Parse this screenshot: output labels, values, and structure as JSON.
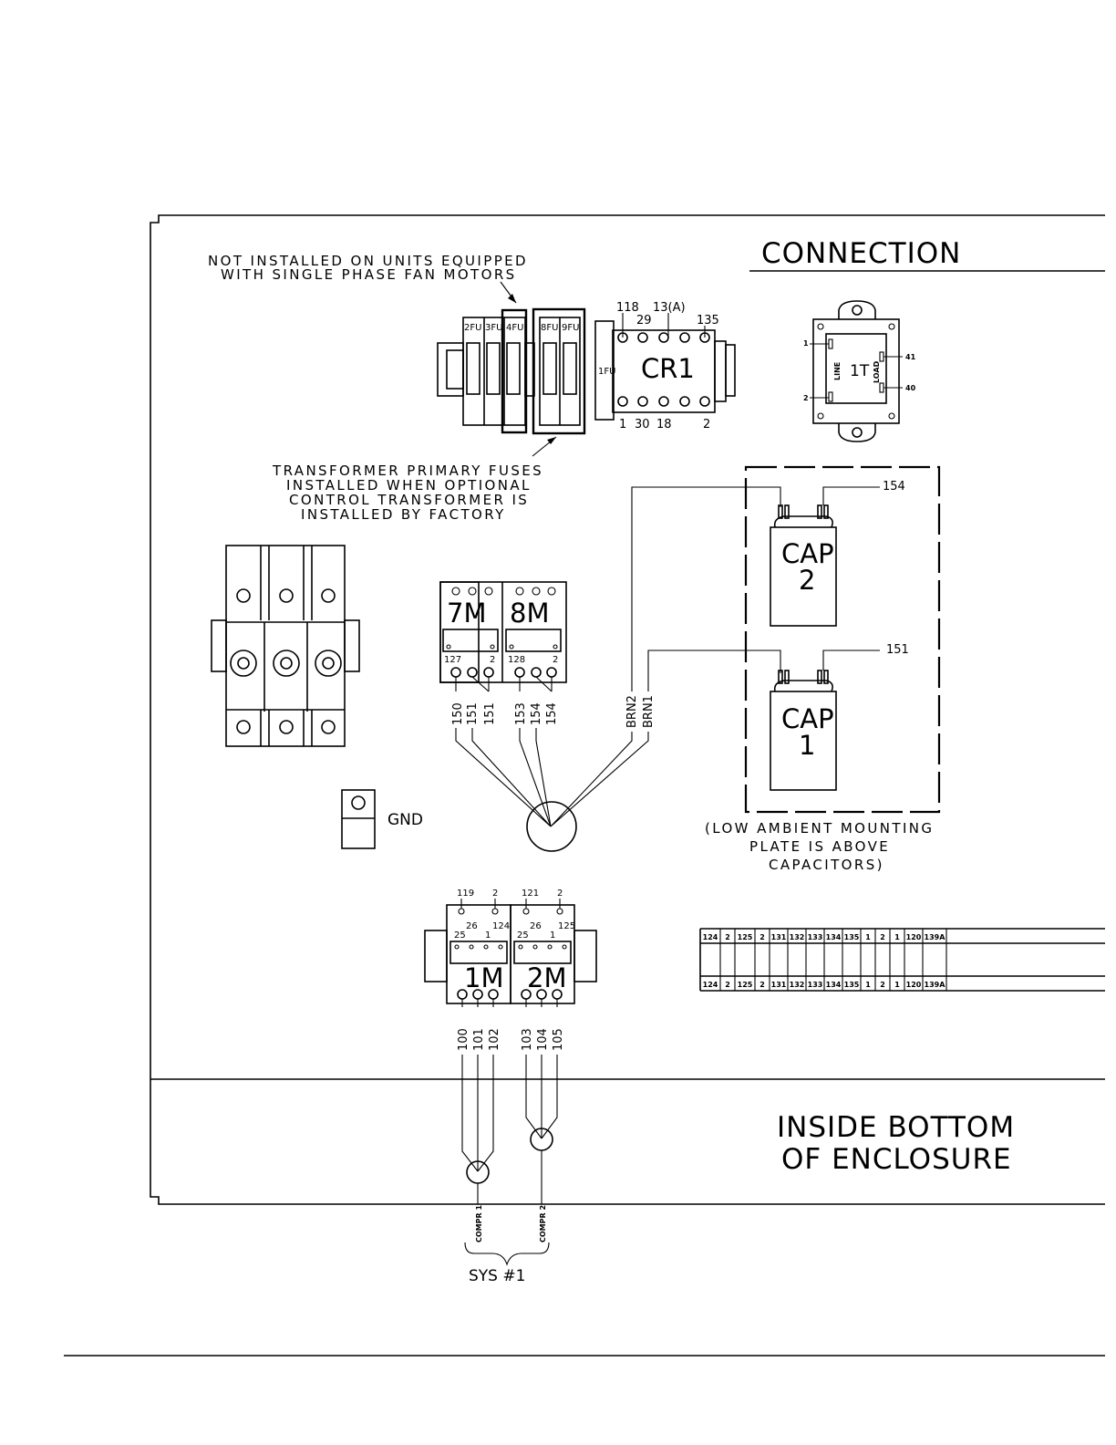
{
  "title": "CONNECTION",
  "bottom_title": [
    "INSIDE BOTTOM",
    "OF ENCLOSURE"
  ],
  "notes": {
    "not_installed": [
      "NOT INSTALLED ON UNITS EQUIPPED",
      "WITH SINGLE PHASE FAN MOTORS"
    ],
    "transformer": [
      "TRANSFORMER PRIMARY FUSES",
      "INSTALLED WHEN OPTIONAL",
      "CONTROL TRANSFORMER IS",
      "INSTALLED BY FACTORY"
    ],
    "low_ambient": [
      "(LOW AMBIENT MOUNTING",
      "PLATE IS ABOVE",
      "CAPACITORS)"
    ]
  },
  "fuses": {
    "left": [
      "2FU",
      "3FU",
      "4FU"
    ],
    "right": [
      "8FU",
      "9FU"
    ],
    "control": "1FU"
  },
  "cr1": {
    "label": "CR1",
    "top_terminals": [
      "118",
      "29",
      "13(A)",
      "135"
    ],
    "bottom_terminals": [
      "1",
      "30",
      "18",
      "2"
    ]
  },
  "transformer_1t": {
    "label": "1T",
    "line": "LINE",
    "load": "LOAD",
    "pins": [
      "1",
      "2",
      "41",
      "40"
    ]
  },
  "contactors_fan": [
    {
      "label": "7M",
      "left": "127",
      "right": "2",
      "wires": [
        "150",
        "151",
        "151"
      ]
    },
    {
      "label": "8M",
      "left": "128",
      "right": "2",
      "wires": [
        "153",
        "154",
        "154"
      ]
    }
  ],
  "brown_wires": [
    "BRN2",
    "BRN1"
  ],
  "capacitors": [
    {
      "label": [
        "CAP",
        "2"
      ],
      "wire": "154"
    },
    {
      "label": [
        "CAP",
        "1"
      ],
      "wire": "151"
    }
  ],
  "ground": "GND",
  "compressor_contactors": [
    {
      "label": "1M",
      "top": [
        "119",
        "2"
      ],
      "coil": [
        "26",
        "124",
        "25",
        "1"
      ],
      "wires": [
        "100",
        "101",
        "102"
      ],
      "compressor": "COMPR 1"
    },
    {
      "label": "2M",
      "top": [
        "121",
        "2"
      ],
      "coil": [
        "26",
        "125",
        "25",
        "1"
      ],
      "wires": [
        "103",
        "104",
        "105"
      ],
      "compressor": "COMPR 2"
    }
  ],
  "terminal_strip": [
    "124",
    "2",
    "125",
    "2",
    "131",
    "132",
    "133",
    "134",
    "135",
    "1",
    "2",
    "1",
    "120",
    "139A"
  ],
  "system_label": "SYS #1"
}
